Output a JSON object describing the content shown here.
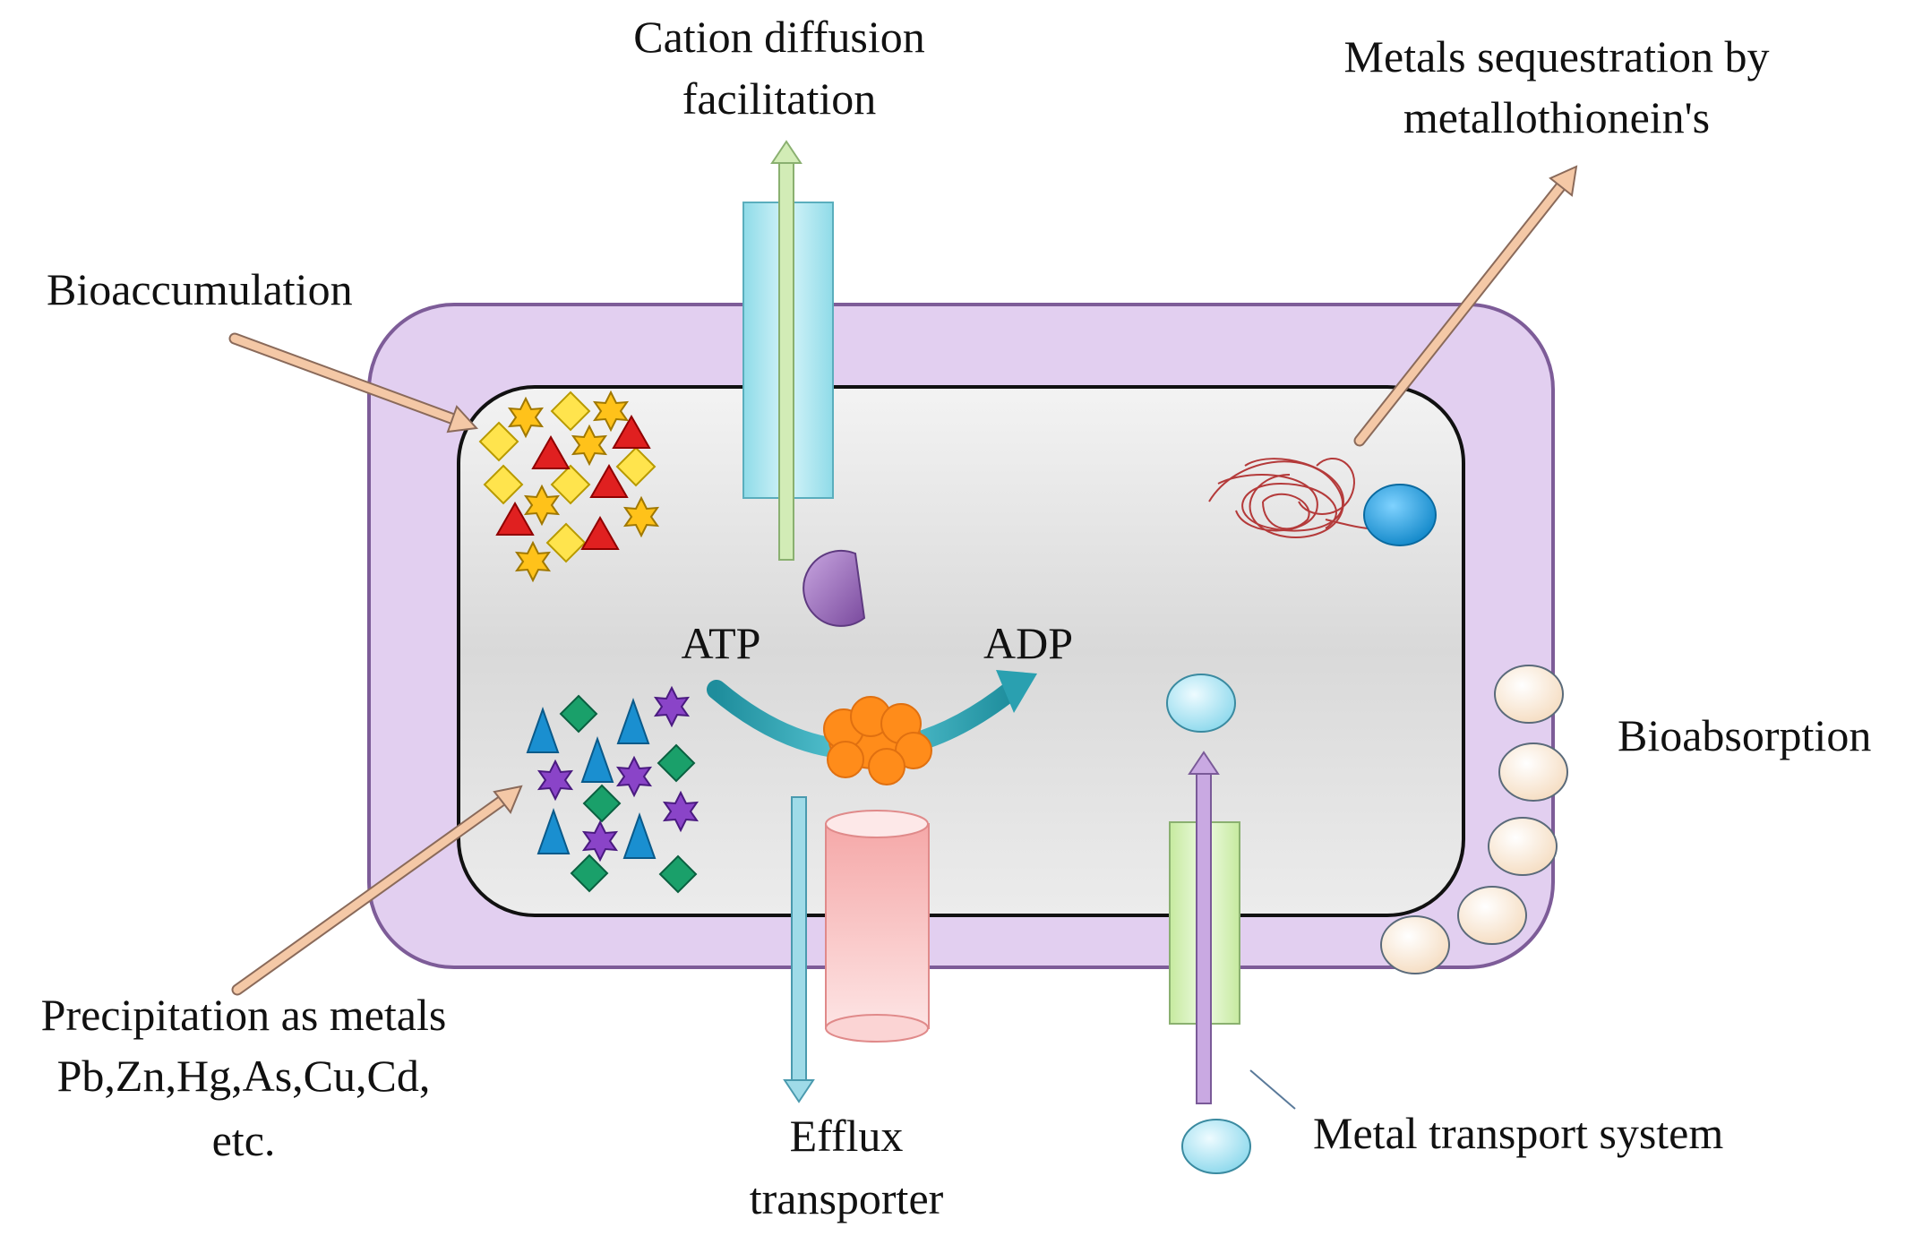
{
  "labels": {
    "cation_line1": "Cation diffusion",
    "cation_line2": "facilitation",
    "seq_line1": "Metals sequestration by",
    "seq_line2": "metallothionein's",
    "bioaccumulation": "Bioaccumulation",
    "bioabsorption": "Bioabsorption",
    "precip_line1": "Precipitation as metals",
    "precip_line2": "Pb,Zn,Hg,As,Cu,Cd,",
    "precip_line3": "etc.",
    "efflux_line1": "Efflux",
    "efflux_line2": "transporter",
    "metal_transport": "Metal transport system",
    "atp": "ATP",
    "adp": "ADP"
  },
  "colors": {
    "cell_wall": "#e2cff0",
    "cell_wall_stroke": "#7d5c98",
    "cytoplasm": "#dedede",
    "label_arrow": "#f0c29e",
    "atp_arrow": "#2aa0b0",
    "enzyme": "#ff8c1a",
    "metallothionein": "#b43a3a",
    "metal_blue": "#1aa0e0",
    "channel_cyan": "#aee6f0",
    "efflux_pink": "#f5aaaa",
    "transport_green": "#d4f0b8",
    "bead": "#fbeedc"
  }
}
